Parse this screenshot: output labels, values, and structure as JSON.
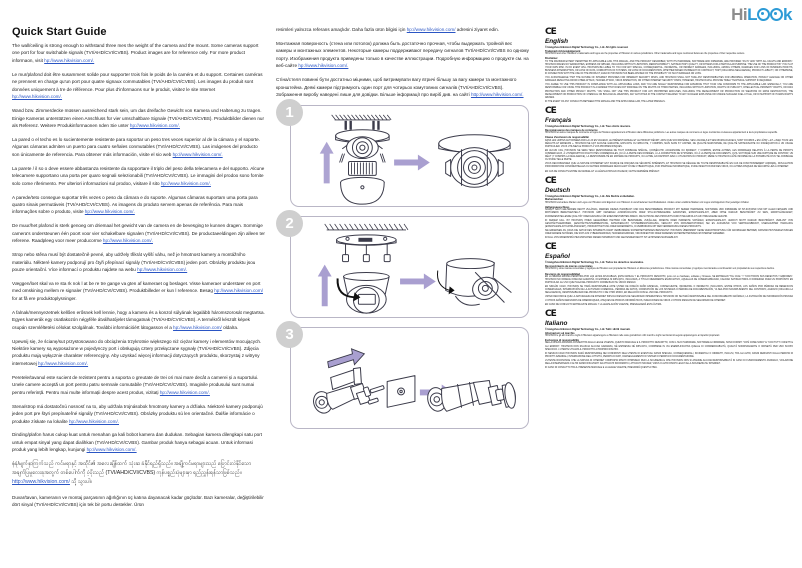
{
  "brand": {
    "name_prefix": "Hi",
    "name_suffix": "L",
    "name_tail": "k",
    "full": "HiLook"
  },
  "document": {
    "title": "Quick Start Guide",
    "url": "hp://www.hikvision.com/",
    "url_full": "http://www.hikvision.com/"
  },
  "column1": {
    "paragraphs": [
      {
        "lang": "English",
        "text": "The wall/ceiling is strong enough to withstand three mes the weight of the camera and the mount. Some cameras support one port for four switchable signals (TVI/AHD/CVI/CVBS). Product images are for reference only. For more product informaon, visit ",
        "link": "hp://www.hikvision.com/.",
        "tail": ""
      },
      {
        "lang": "French",
        "text": "Le mur/plafond doit être susamment solide pour supporter trois fois le poids de la caméra et du support. Certaines caméras ne prennent en charge qu'un port pour quatre signaux commutables (TVI/AHD/CVI/CVBS). Les images du produit sont données uniquement à tre de référence. Pour plus d'informaons sur le produit, visitez le site Internet ",
        "link": "hp://www.hikvision.com/.",
        "tail": ""
      },
      {
        "lang": "German",
        "text": "Wand bzw. Zimmerdecke müssen ausreichend stark sein, um das dreifache Gewicht von Kamera und Halterung zu tragen. Einige Kameras unterstützen einen Anschluss für vier umschaltbare Signale (TVI/AHD/CVI/CVBS). Produktbilder dienen nur als Referenz. Weitere Produkinformaonen nden Sie unter ",
        "link": "hp://www.hikvision.com/.",
        "tail": ""
      },
      {
        "lang": "Spanish",
        "text": "La pared o el techo es lo sucientemente resistente para soportar un peso tres veces superior al de la cámara y el soporte. Algunas cámaras admiten un puerto para cuatro señales conmutables (TVI/AHD/CVI/CVBS). Las imágenes del producto son únicamente de referencia. Para obtener más información, visite el sio web ",
        "link": "hp://www.hikvision.com/.",
        "tail": ""
      },
      {
        "lang": "Italian",
        "text": "La parete / il so o deve essere abbastanza resistente da sopportare il triplo del peso della telecamera e del supporto. Alcune telecamere supportano una porta per quaro segnali selezionabili (TVI/AHD/CVI/CVBS). Le immagini del prodoo sono fornite solo come riferimento. Per ulteriori informazioni sul prodoo, visitare il sito ",
        "link": "hp://www.hikvision.com/.",
        "tail": ""
      },
      {
        "lang": "Portuguese",
        "text": "A parede/teto consegue suportar três vezes o peso da câmara e do suporte. Algumas câmaras suportam uma porta para quatro sinais permutáveis (TVI/AHD/CVI/CVBS). As imagens do produto servem apenas de referência. Para mais informações sobre o produto, visite ",
        "link": "hp://www.hikvision.com/.",
        "tail": ""
      },
      {
        "lang": "Dutch",
        "text": "De muur/het plafond is sterk genoeg om driemaal het gewicht van de camera en de bevesging te kunnen dragen. Sommige camera's ondersteunen één poort voor vier schakelbare signalen (TVI/AHD/CVI/CVBS). De productaeeldingen zijn alleen ter referene. Raadpleeg voor meer producorme ",
        "link": "hp://www.hikvision.com/.",
        "tail": ""
      },
      {
        "lang": "Czech",
        "text": "Strop nebo stěna musí být dostatečně pevné, aby udržely třikrát vyšší váhu, než je hmotnost kamery a montážního materiálu. Některé kamery podporují pro čtyři přepínací signály (TVI/AHD/CVI/CVBS) jeden port. Obrázky produktu jsou pouze orientační. Více informací o produktu najdete na webu ",
        "link": "hp://www.hikvision.com/.",
        "tail": ""
      },
      {
        "lang": "Danish",
        "text": "Væggen/loet skal va re sta rk nok l at be re tre gange va gten af kameraet og beslaget. Visse kameraer understøer en port med omskining mellem re signaler (TVI/AHD/CVI/CVBS). Produktbilleder er kun l reference. Besøg ",
        "link": "hp://www.hikvision.com/",
        "tail": " for at få ere produktoplysninger."
      },
      {
        "lang": "Hungarian",
        "text": "A falnak/mennyezetnek kellően erősnek kell lennie, hogy a kamera és a konzol súlyának legalább háromszorosát megtartsa. Egyes kamerák egy csatlakozón négyféle átválhatójelet támogatnak (TVI/AHD/CVI/CVBS). A termékről készült képek csupán szemléltetési célokat szolgálnak. További információért látogasson el a ",
        "link": "hp://www.hikvision.com/",
        "tail": " oldalra."
      },
      {
        "lang": "Polish",
        "text": "Upewnij się, że ścianę/sut przystosowano do obciążenia trzykrotnie większego niż ciężar kamery i elementów mocujących. Niektóre kamery są wyposażone w pojedynczy port i obsługują cztery przełączane sygnały (TVI/AHD/CVI/CVBS). Zdjęcia produktu mają wyłącznie charakter referencyjny. Aby uzyskać więcej informacji dotyczących produktu, skorzystaj z witryny internetowej ",
        "link": "hp://www.hikvision.com/.",
        "tail": ""
      },
      {
        "lang": "Romanian",
        "text": "Peretele/tavanul este sucient de rezistent pentru a suporta o greutate de trei ori mai mare decât a camerei și a suportului. Unele camere acceptă un port pentru patru semnale comutabile (TVI/AHD/CVI/CVBS). Imaginile produsului sunt numai pentru referință. Pentru mai multe informații despre acest produs, vizitați ",
        "link": "hp://www.hikvision.com/.",
        "tail": ""
      },
      {
        "lang": "Slovak",
        "text": "Stena/strop má dostatočnú nosnosť na to, aby udržala trojnásobok hmotnosy kamery a držiaka. Niektoré kamery podporujú jeden port pre štyri prepínateľné signály (TVI/AHD/CVI/CVBS). Obrázky produktu sú len orientačné. Ďalšie informácie o produkte získate na lokalite ",
        "link": "hp://www.hikvision.com/.",
        "tail": ""
      },
      {
        "lang": "Indonesian",
        "text": "Dinding/plafon harus cukup kuat untuk menahan ga kali bobot kamera dan dudukan. Sebagian kamera dilengkapi satu port untuk empat sinyal yang dapat dialihkan (TVI/AHD/CVI/CVBS). Gambar produk hanya sebagai acuan. Untuk informasi produk yang lebih lengkap, kunjungi ",
        "link": "hp://www.hikvision.com/.",
        "tail": ""
      },
      {
        "lang": "Burmese",
        "text": "နံရံ/မျက်နှာကြက်သည် ကင်မရာနှင့် အထိုင်၏ အလေးချိန်ထက် သုံးဆ ခံနိုင်ရည်ရှိသည်။ အချို့ကင်မရာများသည် ပြောင်းလဲနိုင်သော အချက်ပြမှုလေးခုအတွက် တစ်ပေါက်ကို ပံ့ပိုးသည် (TVI/AHD/CVI/CVBS) ကုန်ပစ္စည်းပုံများမှာ ရည်ညွှန်းရန်သာဖြစ်သည်။ ",
        "link": "http://www.hikvision.com/",
        "tail": " သို့ သွားပါ။"
      },
      {
        "lang": "Turkish",
        "text": "Duvar/tavan, kameranın ve montaj parçasının ağırlığının üç katına dayanacak kadar güçlüdür. Bazı kameralar, değiştirilebilir dört sinyal (TVI/AHD/CVI/CVBS) için tek bir portu destekler. Ürün",
        "link": "",
        "tail": ""
      }
    ]
  },
  "column2": {
    "paragraphs": [
      {
        "lang": "Turkish-cont",
        "text": "resimleri yalnızca referans amaçlıdır. Daha fazla ürün bilgisi için ",
        "link": "hp://www.hikvision.com/",
        "tail": " adresini ziyaret edin."
      },
      {
        "lang": "Russian",
        "text": "Монтажная поверхность (стена или потолок) должна быть достаточно прочная, чтобы выдержать тройной вес камеры и монтажных элементов. Некоторые камеры поддерживают передачу сигналов TVI/AHD/CVI/CVBS по одному порту. Изображения продукта приведены только в качестве иллюстрации. Подробную информацию о продукте см. на веб-сайте ",
        "link": "hp://www.hikvision.com/.",
        "tail": ""
      },
      {
        "lang": "Ukrainian",
        "text": "Стіна/стеля повинні бути достатньо міцними, щоб витримувати вагу втричі більшу за вагу камери та монтажного кронштейна. Деякі камери підтримують один порт для чотирьох комутовних сигналів (TVI/AHD/CVI/CVBS). Зображення виробу наведені лише для довідки. Більше інформації про виріб див. на сайті ",
        "link": "http://www.hikvision.com/.",
        "tail": ""
      }
    ],
    "steps": [
      {
        "number": "1",
        "name": "dome-camera-install"
      },
      {
        "number": "2",
        "name": "turret-camera-install"
      },
      {
        "number": "3",
        "name": "bullet-camera-install"
      }
    ]
  },
  "column3": {
    "ce_mark": "CE",
    "sections": [
      {
        "language": "English",
        "copyright": "© Hangzhou Hikvision Digital Technology Co., Ltd. All rights reserved.",
        "sub1": "Trademark Acknowledgement",
        "body1": "HIKVISION and other Hikvision's trademarks and logos are the properties of Hikvision in various jurisdictions. Other trademarks and logos mentioned below are the properties of their respective owners.",
        "sub2": "Disclaimer",
        "body2": "TO THE MAXIMUM EXTENT PERMITTED BY APPLICABLE LAW, THIS MANUAL, AND THE PRODUCT DESCRIBED, WITH ITS HARDWARE, SOFTWARE AND FIRMWARE, ARE PROVIDED \"AS IS\" AND \"WITH ALL FAULTS AND ERRORS\". HIKVISION MAKES NO WARRANTIES, EXPRESS OR IMPLIED, INCLUDING WITHOUT LIMITATION, MERCHANTABILITY, SATISFACTORY QUALITY, OR FITNESS FOR A PARTICULAR PURPOSE. THE USE OF THE PRODUCT BY YOU IS AT YOUR OWN RISK. IN NO EVENT WILL HIKVISION BE LIABLE TO YOU FOR ANY SPECIAL, CONSEQUENTIAL, INCIDENTAL, OR INDIRECT DAMAGES, INCLUDING, AMONG OTHERS, DAMAGES FOR LOSS OF BUSINESS PROFITS, BUSINESS INTERRUPTION, OR LOSS OF DATA, CORRUPTION OF SYSTEMS, OR LOSS OF DOCUMENTATION, WHETHER BASED ON BREACH OF CONTRACT, TORT (INCLUDING NEGLIGENCE), PRODUCT LIABILITY, OR OTHERWISE, IN CONNECTION WITH THE USE OF THE PRODUCT, EVEN IF HIKVISION HAS BEEN ADVISED OF THE POSSIBILITY OF SUCH DAMAGES OR LOSS.",
        "body3": "YOU ACKNOWLEDGE THAT THE NATURE OF INTERNET PROVIDES FOR INHERENT SECURITY RISKS, AND HIKVISION SHALL NOT TAKE ANY RESPONSIBILITIES FOR ABNORMAL OPERATION, PRIVACY LEAKAGE OR OTHER DAMAGES RESULTING FROM CYBER-ATTACK, HACKER ATTACK, VIRUS INSPECTION, OR OTHER INTERNET SECURITY RISKS; HOWEVER, HIKVISION WILL PROVIDE TIMELY TECHNICAL SUPPORT IF REQUIRED.",
        "body4": "YOU AGREE TO USE THIS PRODUCT IN COMPLIANCE WITH ALL APPLICABLE LAWS, AND YOU ARE SOLELY RESPONSIBLE FOR ENSURING THAT YOUR USE CONFORMS TO THE APPLICABLE LAW. ESPECIALLY, YOU ARE RESPONSIBLE FOR USING THIS PRODUCT IN A MANNER THAT DOES NOT INFRINGE ON THE RIGHTS OF THIRD PARTIES, INCLUDING WITHOUT LIMITATION, RIGHTS OF PUBLICITY, INTELLECTUAL PROPERTY RIGHTS, OR DATA PROTECTION AND OTHER PRIVACY RIGHTS. YOU SHALL NOT USE THIS PRODUCT FOR ANY PROHIBITED END-USES, INCLUDING THE DEVELOPMENT OR PRODUCTION OF WEAPONS OF MASS DESTRUCTION, THE DEVELOPMENT OR PRODUCTION OF CHEMICAL OR BIOLOGICAL WEAPONS, ANY ACTIVITIES IN THE CONTEXT RELATED TO ANY NUCLEAR EXPLOSIVE OR UNSAFE NUCLEAR FUEL-CYCLE, OR IN SUPPORT OF HUMAN RIGHTS ABUSES.",
        "body5": "IN THE EVENT OF ANY CONFLICTS BETWEEN THIS MANUAL AND THE APPLICABLE LAW, THE LATER PREVAILS."
      },
      {
        "language": "Français",
        "copyright": "© Hangzhou Hikvision Digital Technology Co., Ltd. Tous droits réservés.",
        "sub1": "Reconnaissance des marques de commerce",
        "body1": "HIKVISION et autres marques de commerce et logos de Hikvision appartiennent à Hikvision dans différentes juridictions. Les autres marques de commerce et logos mentionnés ci-dessous appartiennent à leurs propriétaires respectifs.",
        "sub2": "Clause d'exclusion de responsabilité",
        "body2": "DANS LES LIMITES AUTORISÉES PAR LA LOI EN VIGUEUR, LE PRÉSENT MANUEL ET LE PRODUIT DÉCRIT, AINSI QUE SON MATÉRIEL, SES LOGICIELS ET SES MICROLOGICIELS, SONT FOURNIS « EN L'ÉTAT » ET « AVEC TOUS LES DÉFAUTS ET ERREURS ». HIKVISION NE FAIT AUCUNE GARANTIE, EXPLICITE OU IMPLICITE, Y COMPRIS, MAIS SANS S'Y LIMITER, DE QUALITÉ MARCHANDE, DE QUALITÉ SATISFAISANTE OU D'ADÉQUATION À UN USAGE PARTICULIER. VOUS UTILISEZ LE PRODUIT À VOS PROPRES RISQUES.",
        "body3": "EN AUCUN CAS, HIKVISION NE SERA TENU RESPONSABLE DE TOUT DOMMAGE SPÉCIAL, CONSÉCUTIF, ACCESSOIRE OU INDIRECT, Y COMPRIS, ENTRE AUTRES, LES DOMMAGES RELATIFS À LA PERTE DE PROFITS COMMERCIAUX, À L'INTERRUPTION D'ACTIVITÉS COMMERCIALES, OU À LA PERTE DES DONNÉES, À LA CORRUPTION DE SYSTÈMES, OU À LA PERTE DE DOCUMENTS, QU'IL SOIT BASÉ SUR UNE RUPTURE DE CONTRAT, UN DÉLIT (Y COMPRIS LA NÉGLIGENCE), LA RESPONSABILITÉ EN MATIÈRE DE PRODUITS, OU AUTRE, EN RAPPORT AVEC L'UTILISATION DU PRODUIT, MÊME SI HIKVISION A ÉTÉ INFORMÉ DE LA POSSIBILITÉ D'UN TEL DOMMAGE OU D'UNE TELLE PERTE.",
        "body4": "VOUS RECONNAISSEZ QUE LA NATURE D'INTERNET EST SOURCE DE RISQUES DE SÉCURITÉ INHÉRENTS, ET HIKVISION SE DÉGAGE DE TOUTE RESPONSABILITÉ EN CAS DE FONCTIONNEMENT ANORMAL, DIVULGATION D'INFORMATIONS CONFIDENTIELLES OU AUTRES DOMMAGES DÉCOULANT D'UNE CYBERATTAQUE, D'UN PIRATAGE INFORMATIQUE, D'UNE INFECTION PAR DES VIRUS, OU AUTRES RISQUES DE SÉCURITÉ LIÉS À INTERNET.",
        "body5": "EN CAS DE CONFLITS ENTRE CE MANUEL ET LA LÉGISLATION EN VIGUEUR, CETTE DERNIÈRE PRÉVAUT."
      },
      {
        "language": "Deutsch",
        "copyright": "© Hangzhou Hikvision Digital Technology Co., Ltd. Alle Rechte vorbehalten.",
        "sub1": "Markenzeichen",
        "body1": "HIKVISION und andere Marken und Logos von Hikvision sind Eigentum von Hikvision in verschiedenen Gerichtsbarkeiten. Andere unten erwähnte Marken und Logos sind Eigentum ihrer jeweiligen Inhaber.",
        "sub2": "Haftungsausschluss",
        "body2": "SOWEIT NACH GELTENDEM RECHT ZULÄSSIG, WERDEN DIESES HANDBUCH UND DAS BESCHRIEBENE PRODUKT MIT SEINER HARDWARE, SOFTWARE UND FIRMWARE IM IST-ZUSTAND UND MIT ALLEN FEHLERN UND IRRTÜMERN BEREITGESTELLT. HIKVISION GIBT KEINERLEI AUSDRÜCKLICHE ODER STILLSCHWEIGENDE GARANTIEN, EINSCHLIESSLICH, ABER OHNE DARAUF BESCHRÄNKT ZU SEIN, MARKTGÄNGIGKEIT, ZUFRIEDENSTELLENDE QUALITÄT ODER EIGNUNG FÜR EINEN BESTIMMTEN ZWECK. DIE NUTZUNG DES PRODUKTS DURCH SIE ERFOLGT AUF IHRE EIGENE GEFAHR.",
        "body3": "IN KEINEM FALL IST HIKVISION IHNEN GEGENÜBER HAFTBAR FÜR BESONDERE, ZUFÄLLIGE, DIREKTE ODER INDIREKTE SCHÄDEN, EINSCHLIESSLICH, JEDOCH NICHT DARAUF BESCHRÄNKT, VERLUST VON GESCHÄFTSGEWINNEN, GESCHÄFTSUNTERBRECHUNG, DATENVERLUST, SYSTEMBESCHÄDIGUNG, VERLUST VON DOKUMENTATIONEN, SEI ES AUFGRUND VON VERTRAGSBRUCH, UNERLAUBTER HANDLUNG (EINSCHLIESSLICH FAHRLÄSSIGKEIT), PRODUKTHAFTUNG ODER ANDERWEITIG, IN VERBINDUNG MIT DER VERWENDUNG DIESES PRODUKTS.",
        "body4": "SIE ERKENNEN AN, DASS DIE NATUR DES INTERNETS DAMIT VERBUNDENE SICHERHEITSRISIKEN BEINHALTET. HIKVISION ÜBERNIMMT KEINE VERANTWORTUNG FÜR ANORMALEN BETRIEB, DATENSCHUTZVERLETZUNGEN ODER ANDERE SCHÄDEN, DIE SICH AUS CYBERANGRIFFEN, HACKERANGRIFFEN, VIRUSINFEKTION ODER ANDEREN SICHERHEITSRISIKEN IM INTERNET ERGEBEN.",
        "body5": "IM FALL VON WIDERSPRÜCHEN ZWISCHEN DIESEM HANDBUCH UND GELTENDEM RECHT IST LETZTERES MASSGEBLICH."
      },
      {
        "language": "Español",
        "copyright": "© Hangzhou Hikvision Digital Technology Co., Ltd. Todos los derechos reservados.",
        "sub1": "Reconocimiento de marcas comerciales",
        "body1": "HIKVISION y otras marcas comerciales y logotipos de Hikvision son propiedad de Hikvision en diferentes jurisdicciones. Otras marcas comerciales y logotipos mencionados a continuación son propiedad de sus respectivos dueños.",
        "sub2": "Descargo de responsabilidad",
        "body2": "EN LA MEDIDA MÁXIMA PERMITIDA POR LAS LEYES APLICABLES, ESTE MANUAL Y EL PRODUCTO DESCRITO, junto con su hardware, software y firmware, SE ENTREGAN \"TAL CUAL\" Y \"CON TODOS SUS DEFECTOS Y ERRORES\". HIKVISION NO OFRECE NINGUNA GARANTÍA, NI EXPRESA NI IMPLÍCITA, INCLUIDAS, A TÍTULO MERAMENTE ENUNCIATIVO, AQUELLAS DE COMERCIABILIDAD, CALIDAD SATISFACTORIA O IDONEIDAD PARA UN PROPÓSITO EN PARTICULAR. EL USO QUE HAGA DEL PRODUCTO CORRE BAJO SU ÚNICO RIESGO.",
        "body3": "EN NINGÚN CASO, HIKVISION SE HARÁ RESPONSABLE ANTE USTED DE NINGÚN DAÑO ESPECIAL, CONSECUENTE, INCIDENTAL O INDIRECTO, INCLUIDOS, ENTRE OTROS, LOS DAÑOS POR PÉRDIDA DE BENEFICIOS COMERCIALES, INTERRUPCIÓN DE LA ACTIVIDAD COMERCIAL, PÉRDIDA DE DATOS, CORRUPCIÓN DE LOS SISTEMAS O PÉRDIDA DE DOCUMENTACIÓN, YA SEA POR INCUMPLIMIENTO DEL CONTRATO, AGRAVIO (INCLUIDA LA NEGLIGENCIA), RESPONSABILIDAD DEL PRODUCTO O DE OTRO MODO, EN RELACIÓN CON EL USO DEL PRODUCTO.",
        "body4": "USTED RECONOCE QUE LA NATURALEZA DE INTERNET IMPLICA RIESGOS DE SEGURIDAD INHERENTES E HIKVISION NO SE HARÁ RESPONSABLE DEL FUNCIONAMIENTO ANÓMALO, LA FILTRACIÓN DE INFORMACIÓN PRIVADA U OTROS DAÑOS DERIVADOS DE CIBERATAQUES, ATAQUES DE PIRATAS INFORMÁTICOS, INFECCIONES DE VIRUS U OTROS RIESGOS DE SEGURIDAD DE INTERNET.",
        "body5": "EN CASO DE CONFLICTO ENTRE ESTE MANUAL Y LA LEGISLACIÓN VIGENTE, PREVALECERÁ ESTA ÚLTIMA."
      },
      {
        "language": "Italiano",
        "copyright": "© Hangzhou Hikvision Digital Technology Co., Ltd. Tutti i diritti riservati.",
        "sub1": "Informazioni sul marchio",
        "body1": "HIKVISION e gli altri marchi e loghi di Hikvision appartengono a Hikvision nelle varie giurisdizioni. Altri marchi e loghi menzionati di seguito appartengono ai rispettivi proprietari.",
        "sub2": "Esclusione di responsabilità",
        "body2": "NELLA MISURA MASSIMA CONSENTITA DALLA LEGGE VIGENTE, QUESTO MANUALE E IL PRODOTTO DESCRITTO, CON IL SUO HARDWARE, SOFTWARE E FIRMWARE, SONO FORNITI \"COSÌ COME SONO\" E \"CON TUTTI I DIFETTI E GLI ERRORI\". HIKVISION NON RILASCIA ALCUNA GARANZIA, NÉ ESPRESSA NÉ IMPLICITA, COMPRESE IN VIA ESEMPLIFICATIVA QUELLE DI COMMERCIABILITÀ, QUALITÀ SODDISFACENTE O IDONEITÀ PER UNO SCOPO SPECIFICO. L'UTENTE UTILIZZA IL PRODOTTO A PROPRIO RISCHIO.",
        "body3": "IN NESSUN CASO HIKVISION SARÀ RESPONSABILE NEI CONFRONTI DELL'UTENTE DI EVENTUALI DANNI SPECIALI, CONSEQUENZIALI, INCIDENTALI O INDIRETTI, INCLUSI, TRA GLI ALTRI, DANNI DERIVANTI DALLA PERDITA DI PROFITTI AZIENDALI, INTERRUZIONE DELL'ATTIVITÀ, PERDITA DI DATI, DANNEGGIAMENTO DI SISTEMI O PERDITA DI DOCUMENTAZIONE.",
        "body4": "L'UTENTE RICONOSCE CHE LA NATURA DI INTERNET COMPORTA RISCHI INTRINSECI PER LA SICUREZZA E CHE HIKVISION NON SI ASSUME ALCUNA RESPONSABILITÀ IN CASO DI FUNZIONAMENTO ANOMALO, VIOLAZIONE DELLA RISERVATEZZA O ALTRI DANNI RISULTANTI DA ATTACCHI INFORMATICI, ATTACCHI HACKER, VIRUS O ALTRI RISCHI LEGATI ALLA SICUREZZA SU INTERNET.",
        "body5": "IN CASO DI CONFLITTO TRA IL PRESENTE MANUALE E LA LEGGE VIGENTE, PREVARRÀ QUEST'ULTIMA."
      }
    ]
  }
}
